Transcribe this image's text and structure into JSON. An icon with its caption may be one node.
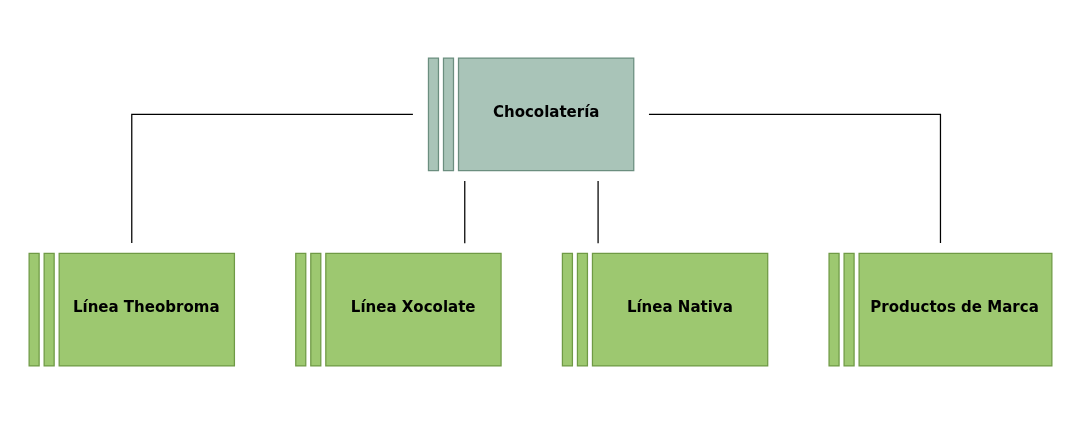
{
  "diagram": {
    "nodes": [
      {
        "text": [
          "Chocolatería"
        ]
      },
      {
        "text": [
          "Línea Theobroma"
        ]
      },
      {
        "text": [
          "Línea Xocolate"
        ]
      },
      {
        "text": [
          "Línea Nativa"
        ]
      },
      {
        "text": [
          "Productos de Marca"
        ]
      }
    ],
    "edges": [
      {
        "from": 0,
        "to": 1,
        "arrow": "none"
      },
      {
        "from": 0,
        "to": 2,
        "arrow": "none"
      },
      {
        "from": 0,
        "to": 3,
        "arrow": "none"
      },
      {
        "from": 0,
        "to": 4,
        "arrow": "none"
      }
    ]
  }
}
